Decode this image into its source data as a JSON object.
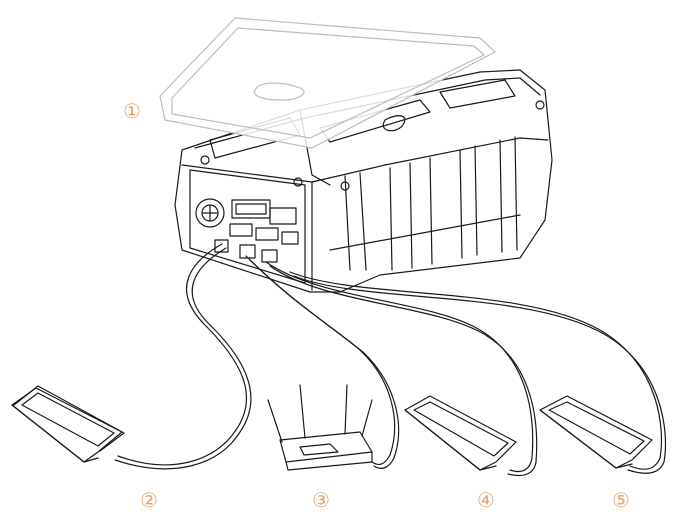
{
  "accent_color": "#e8a36b",
  "line_color": "#1a1a1a",
  "labels": [
    "①",
    "②",
    "③",
    "④",
    "⑤"
  ],
  "items": [
    {
      "marker": "①",
      "icon": "phone-wireless-charging-icon"
    },
    {
      "marker": "②",
      "icon": "smartphone-icon"
    },
    {
      "marker": "③",
      "icon": "wifi-router-icon"
    },
    {
      "marker": "④",
      "icon": "smartphone-icon"
    },
    {
      "marker": "⑤",
      "icon": "smartphone-icon"
    }
  ],
  "device_icon": "power-bank-icon"
}
